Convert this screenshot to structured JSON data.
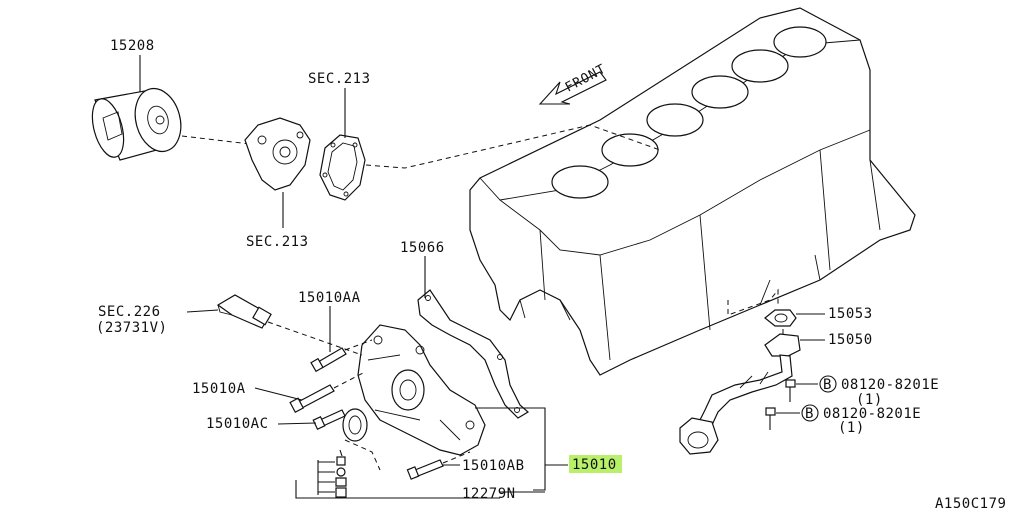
{
  "labels": {
    "oil_filter": "15208",
    "sec213_top": "SEC.213",
    "sec213_bottom": "SEC.213",
    "front": "FRONT",
    "gasket_15066": "15066",
    "sec226": "SEC.226",
    "sec226_sub": "(23731V)",
    "bolt_15010AA": "15010AA",
    "bolt_15010A": "15010A",
    "bolt_15010AC": "15010AC",
    "bolt_15010AB": "15010AB",
    "seal_12279N": "12279N",
    "pump_15010": "15010",
    "gasket_15053": "15053",
    "strainer_15050": "15050",
    "bolt_b1": "08120-8201E",
    "bolt_b1_qty": "(1)",
    "bolt_b2": "08120-8201E",
    "bolt_b2_qty": "(1)",
    "badge_b": "B",
    "figure_code": "A150C179"
  },
  "colors": {
    "highlight": "#b8f06a",
    "ink": "#111111"
  }
}
